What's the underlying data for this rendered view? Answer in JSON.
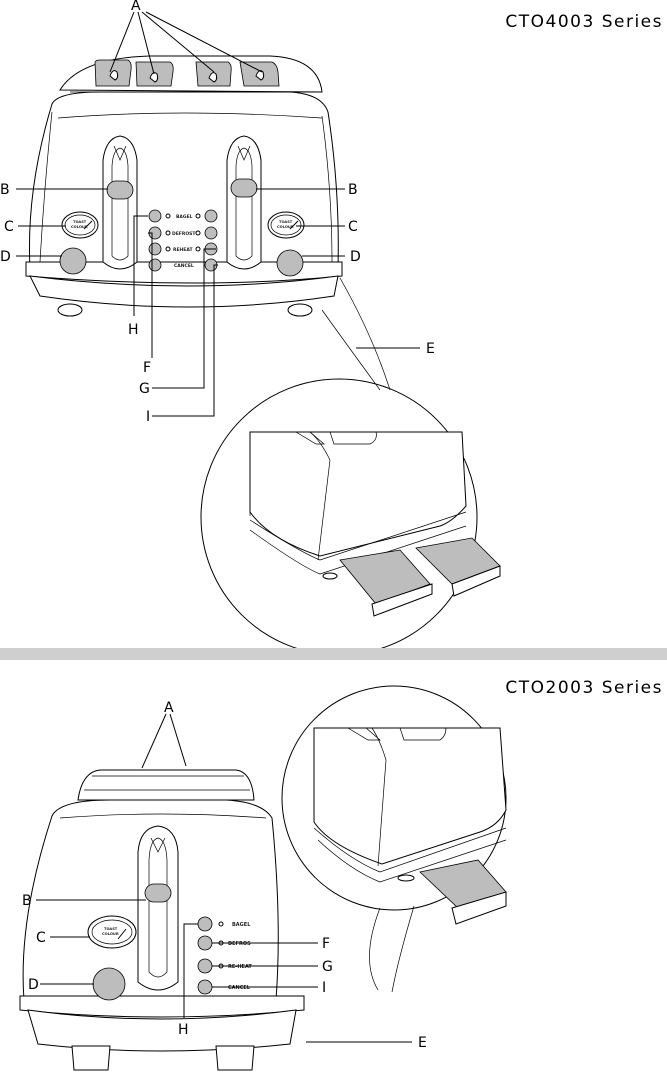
{
  "top_diagram": {
    "series_title": "CTO4003 Series",
    "callouts": {
      "a": "A",
      "b_left": "B",
      "b_right": "B",
      "c_left": "C",
      "c_right": "C",
      "d_left": "D",
      "d_right": "D",
      "e": "E",
      "f": "F",
      "g": "G",
      "h": "H",
      "i": "I"
    },
    "buttons": {
      "bagel": "BAGEL",
      "defrost": "DEFROST",
      "reheat": "REHEAT",
      "cancel": "CANCEL"
    },
    "dial": {
      "line1": "TOAST",
      "line2": "COLOUR"
    }
  },
  "bottom_diagram": {
    "series_title": "CTO2003 Series",
    "callouts": {
      "a": "A",
      "b": "B",
      "c": "C",
      "d": "D",
      "e": "E",
      "f": "F",
      "g": "G",
      "h": "H",
      "i": "I"
    },
    "buttons": {
      "bagel": "BAGEL",
      "defrost": "DEFROS",
      "reheat": "RE-HEAT",
      "cancel": "CANCEL"
    },
    "dial": {
      "line1": "TOAST",
      "line2": "COLOUR"
    }
  }
}
